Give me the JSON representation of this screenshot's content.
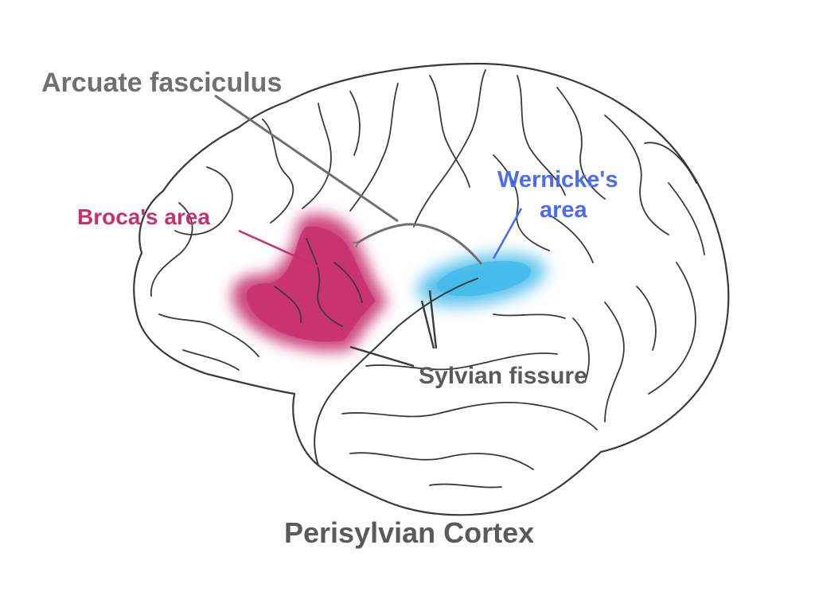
{
  "diagram": {
    "title": "Perisylvian Cortex",
    "labels": {
      "arcuate": "Arcuate fasciculus",
      "broca": "Broca's area",
      "wernicke_line1": "Wernicke's",
      "wernicke_line2": "area",
      "sylvian": "Sylvian fissure"
    },
    "colors": {
      "broca": "#c8306e",
      "wernicke": "#4a6cf0",
      "wernicke_fill": "#3cb8ea",
      "label_gray": "#707070",
      "title_gray": "#5a5a5a",
      "outline": "#3a3a3a"
    }
  }
}
